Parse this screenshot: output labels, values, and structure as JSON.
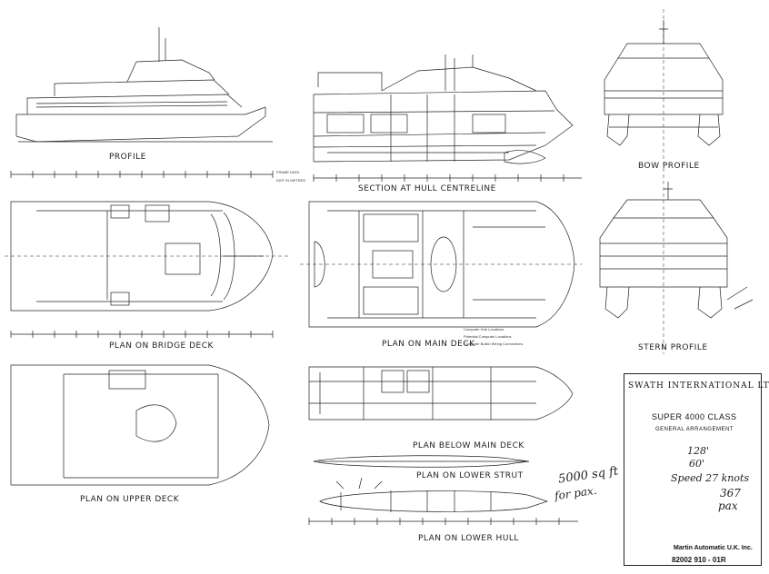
{
  "labels": {
    "profile": "PROFILE",
    "section_hull_centreline": "SECTION AT HULL CENTRELINE",
    "bow_profile": "BOW PROFILE",
    "stern_profile": "STERN PROFILE",
    "plan_bridge_deck": "PLAN ON BRIDGE DECK",
    "plan_main_deck": "PLAN ON MAIN DECK",
    "plan_upper_deck": "PLAN ON UPPER DECK",
    "plan_below_main_deck": "PLAN BELOW MAIN DECK",
    "plan_lower_strut": "PLAN ON LOWER STRUT",
    "plan_lower_hull": "PLAN ON LOWER HULL"
  },
  "scale_labels": {
    "frame_unit": "FRAME DATA",
    "dist_unit": "DIST IN METRES"
  },
  "legend": [
    "Computer Hub Locations",
    "Potential Computer Locations",
    "Computer Bulkin Wiring Connections"
  ],
  "title_block": {
    "company": "SWATH INTERNATIONAL LTD",
    "class_name": "SUPER 4000 CLASS",
    "subtitle": "GENERAL ARRANGEMENT",
    "builder": "Martin Automatic U.K. Inc.",
    "drawing_no": "82002 910 - 01R"
  },
  "handwritten": {
    "area": "5000 sq ft",
    "for_pax": "for pax.",
    "dims": "128'",
    "dims2": "60'",
    "speed": "Speed 27 knots",
    "pax": "367",
    "pax2": "pax"
  }
}
